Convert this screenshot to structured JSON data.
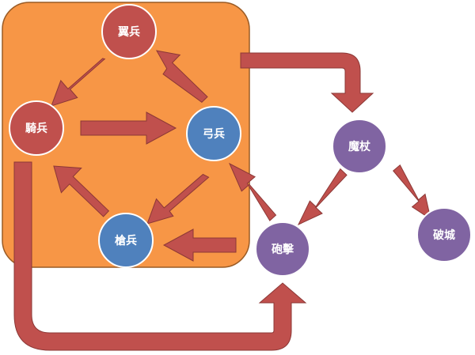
{
  "colors": {
    "panel_fill": "#F79646",
    "panel_stroke": "#9A5B25",
    "arrow_fill": "#C0504D",
    "arrow_stroke": "#8C3836",
    "red_node": "#C0504D",
    "blue_node": "#4F81BD",
    "purple_node": "#8064A2",
    "node_stroke": "#FFFFFF"
  },
  "nodes": {
    "wing": {
      "label": "翼兵",
      "color": "red"
    },
    "cavalry": {
      "label": "騎兵",
      "color": "red"
    },
    "archer": {
      "label": "弓兵",
      "color": "blue"
    },
    "spear": {
      "label": "槍兵",
      "color": "blue"
    },
    "staff": {
      "label": "魔杖",
      "color": "purple"
    },
    "artillery": {
      "label": "砲擊",
      "color": "purple"
    },
    "siege": {
      "label": "破城",
      "color": "purple"
    }
  },
  "edges": [
    {
      "from": "wing",
      "to": "cavalry"
    },
    {
      "from": "archer",
      "to": "wing"
    },
    {
      "from": "cavalry",
      "to": "archer"
    },
    {
      "from": "archer",
      "to": "spear"
    },
    {
      "from": "spear",
      "to": "cavalry"
    },
    {
      "from": "artillery",
      "to": "spear"
    },
    {
      "from": "artillery",
      "to": "archer"
    },
    {
      "from": "staff",
      "to": "artillery"
    },
    {
      "from": "staff",
      "to": "siege"
    },
    {
      "from": "panel",
      "to": "staff"
    },
    {
      "from": "cavalry",
      "to": "artillery"
    }
  ]
}
